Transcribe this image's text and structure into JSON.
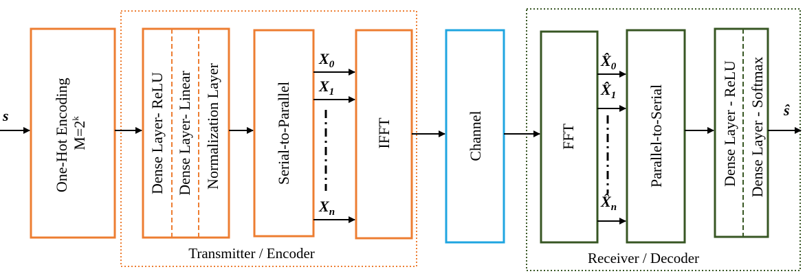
{
  "diagram": {
    "input_label": "s",
    "output_label": "ŝ",
    "groups": {
      "transmitter": "Transmitter / Encoder",
      "receiver": "Receiver / Decoder"
    },
    "blocks": {
      "one_hot_line1": "One-Hot Encoding",
      "one_hot_line2_prefix": "M=2",
      "one_hot_line2_sup": "k",
      "dense_relu": "Dense Layer- ReLU",
      "dense_linear": "Dense Layer- Linear",
      "normalization": "Normalization Layer",
      "serial_to_parallel": "Serial-to-Parallel",
      "ifft": "IFFT",
      "channel": "Channel",
      "fft": "FFT",
      "parallel_to_serial": "Parallel-to-Serial",
      "rx_dense_relu": "Dense Layer - ReLU",
      "rx_dense_softmax": "Dense Layer - Softmax"
    },
    "tx_streams": [
      {
        "base": "X",
        "sub": "0"
      },
      {
        "base": "X",
        "sub": "1"
      },
      {
        "base": "X",
        "sub": "n"
      }
    ],
    "rx_streams": [
      {
        "base": "X̂",
        "sub": "0"
      },
      {
        "base": "X̂",
        "sub": "1"
      },
      {
        "base": "X̂",
        "sub": "n"
      }
    ],
    "colors": {
      "transmitter": "#ED7D31",
      "channel": "#1FA5E0",
      "receiver": "#375623",
      "arrow": "#000000"
    }
  }
}
